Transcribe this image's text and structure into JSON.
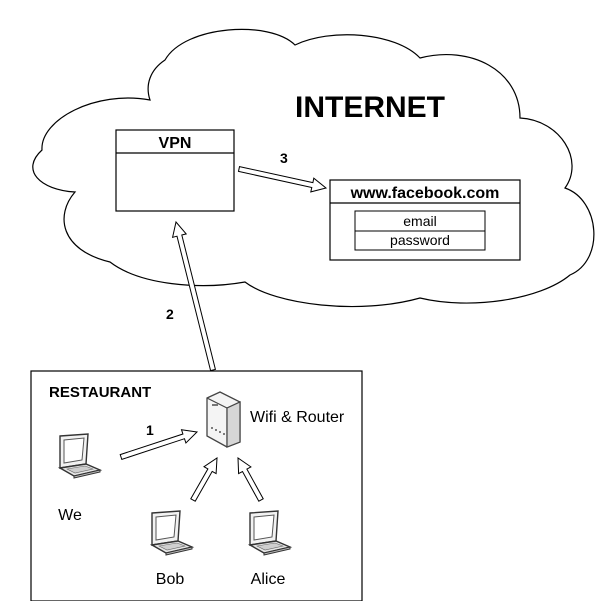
{
  "cloud": {
    "title": "INTERNET"
  },
  "vpn": {
    "label": "VPN"
  },
  "site": {
    "label": "www.facebook.com",
    "fields": [
      "email",
      "password"
    ]
  },
  "restaurant": {
    "label": "RESTAURANT"
  },
  "router": {
    "label": "Wifi & Router"
  },
  "devices": {
    "we": "We",
    "bob": "Bob",
    "alice": "Alice"
  },
  "steps": {
    "one": "1",
    "two": "2",
    "three": "3"
  }
}
